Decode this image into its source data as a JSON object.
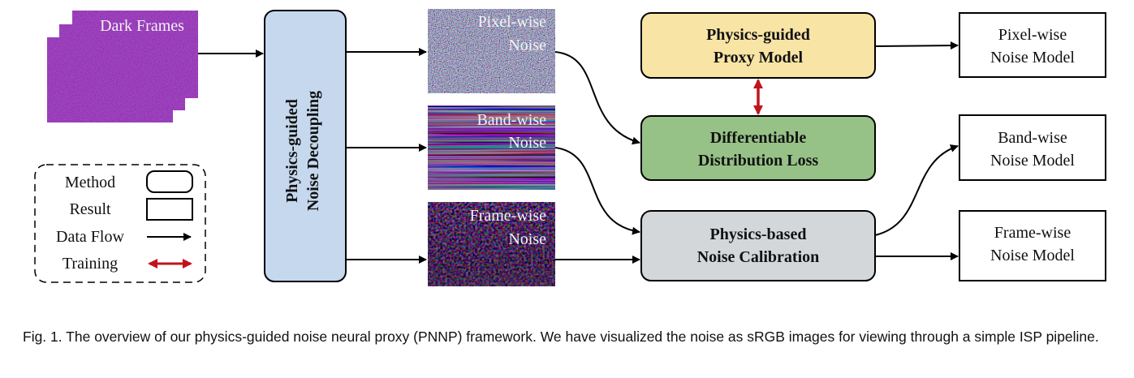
{
  "input": {
    "label": "Dark Frames"
  },
  "decoupling": {
    "line1": "Physics-guided",
    "line2": "Noise Decoupling"
  },
  "noise_images": [
    {
      "line1": "Pixel-wise",
      "line2": "Noise"
    },
    {
      "line1": "Band-wise",
      "line2": "Noise"
    },
    {
      "line1": "Frame-wise",
      "line2": "Noise"
    }
  ],
  "methods": {
    "proxy": {
      "line1": "Physics-guided",
      "line2": "Proxy Model",
      "color": "#f8e4a4"
    },
    "loss": {
      "line1": "Differentiable",
      "line2": "Distribution Loss",
      "color": "#97c287"
    },
    "calibration": {
      "line1": "Physics-based",
      "line2": "Noise Calibration",
      "color": "#d4d7da"
    }
  },
  "results": [
    {
      "line1": "Pixel-wise",
      "line2": "Noise Model"
    },
    {
      "line1": "Band-wise",
      "line2": "Noise Model"
    },
    {
      "line1": "Frame-wise",
      "line2": "Noise Model"
    }
  ],
  "legend": {
    "method": "Method",
    "result": "Result",
    "data_flow": "Data Flow",
    "training": "Training"
  },
  "colors": {
    "training_arrow": "#c0141c",
    "decoupling_fill": "#c5d8ee"
  },
  "caption": "Fig. 1. The overview of our physics-guided noise neural proxy (PNNP) framework. We have visualized the noise as sRGB images for viewing through a simple ISP pipeline."
}
